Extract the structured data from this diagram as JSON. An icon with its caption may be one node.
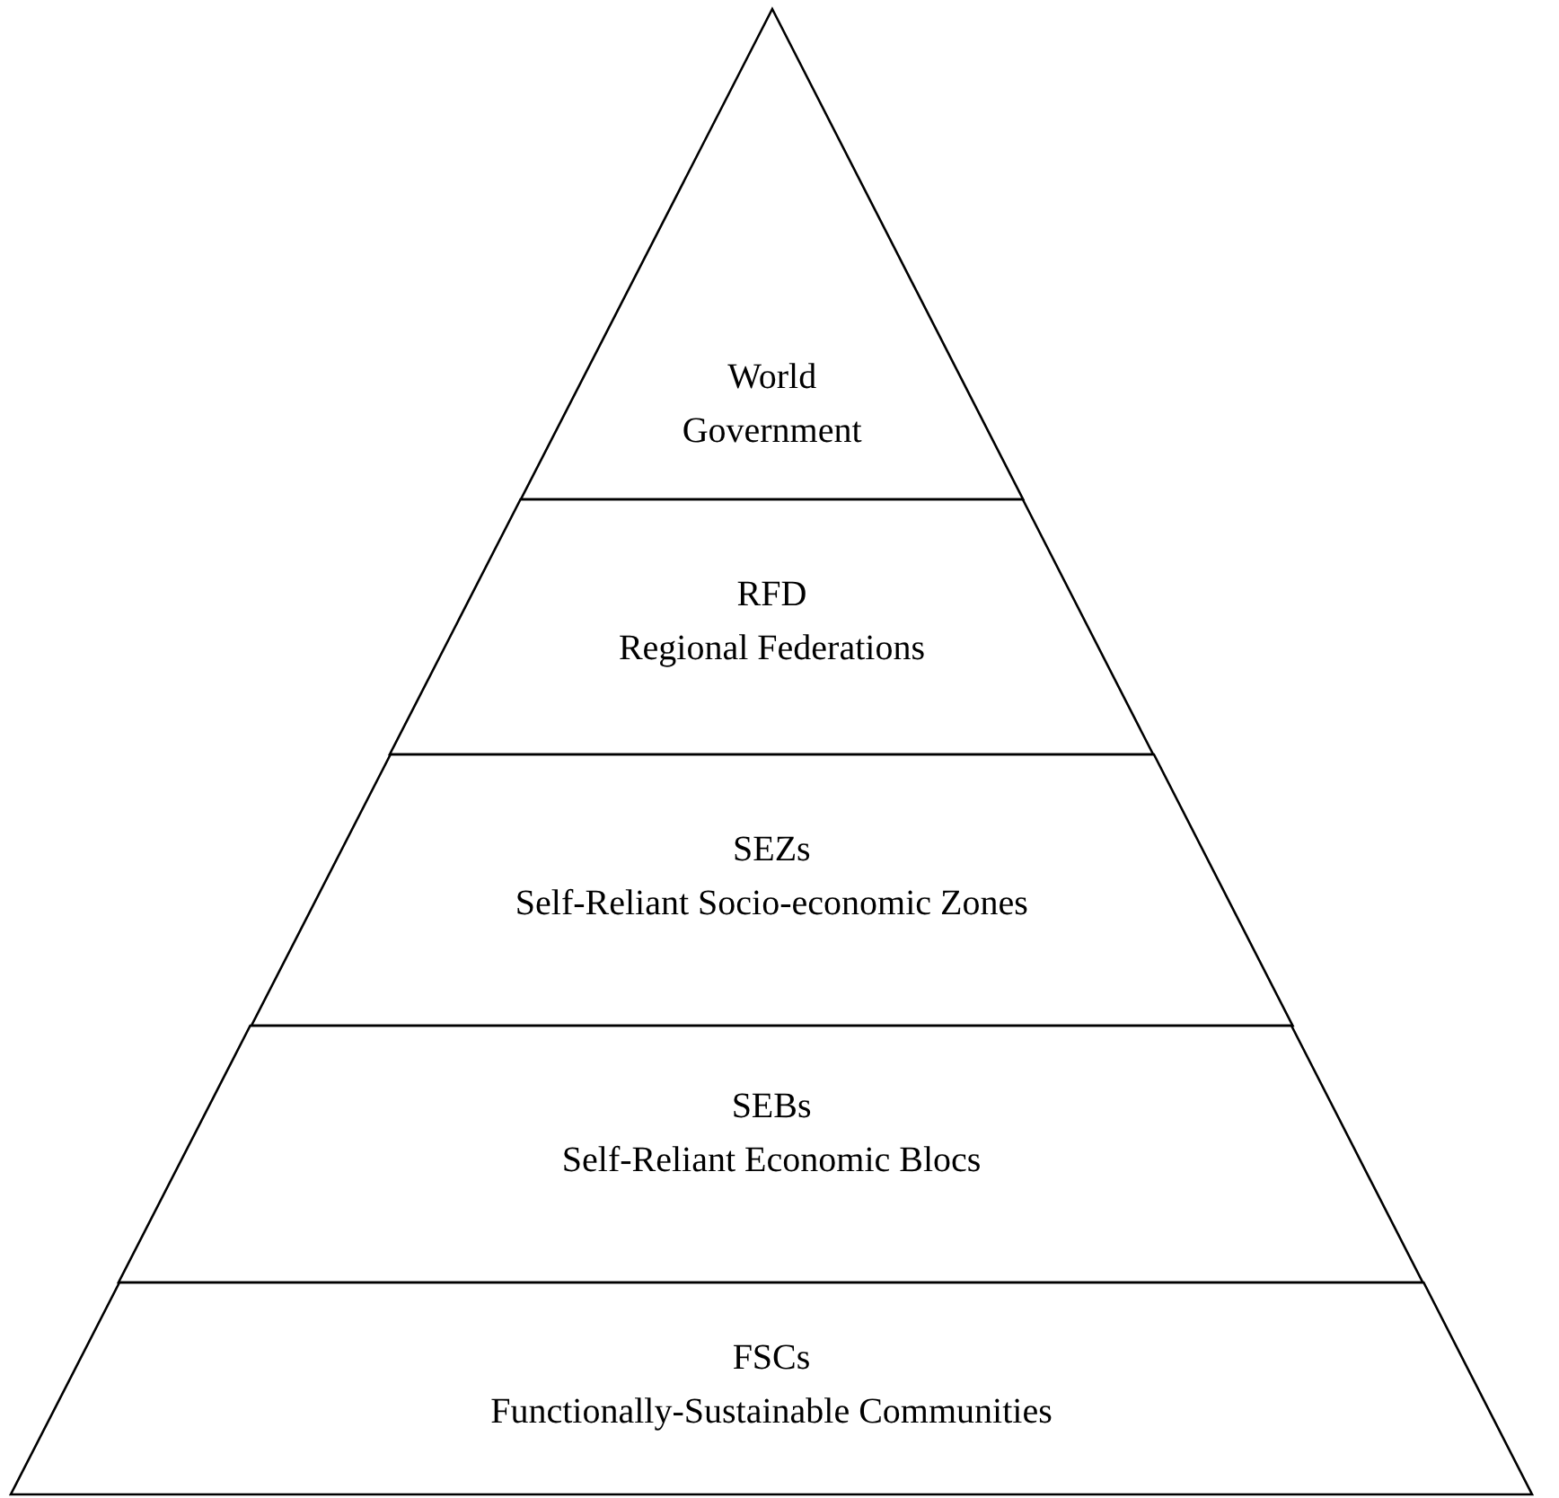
{
  "diagram": {
    "nodes": [
      {
        "text": [
          "World Government"
        ]
      },
      {
        "text": [
          "RFD",
          "Regional Federations"
        ]
      },
      {
        "text": [
          "SEZs",
          "Self-Reliant Socio-economic Zones"
        ]
      },
      {
        "text": [
          "SEBs",
          "Self-Reliant Economic Blocs"
        ]
      },
      {
        "text": [
          "FSCs",
          "Functionally-Sustainable Communities"
        ]
      }
    ]
  }
}
